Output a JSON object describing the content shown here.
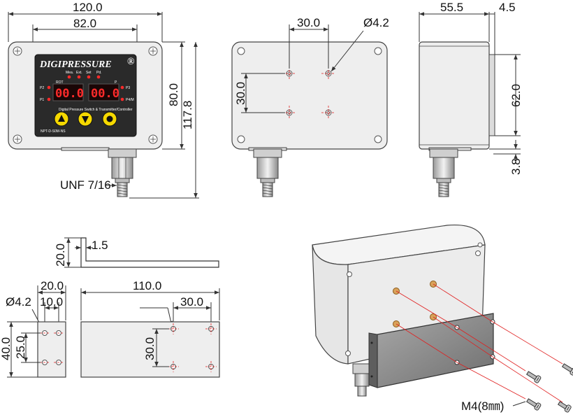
{
  "front_view": {
    "dim_total_width": "120.0",
    "dim_panel_width": "82.0",
    "dim_height_panel": "80.0",
    "dim_height_total": "117.8",
    "thread_label": "UNF 7/16",
    "brand": "DIGIPRESSURE",
    "registered_mark": "®",
    "rot_label": "ROT",
    "p_label": "P",
    "display_left": "00.0",
    "display_right": "00.0",
    "led_labels": [
      "P2",
      "P1",
      "P3",
      "P4/M"
    ],
    "top_led_labels": [
      "Mea.",
      "Ext.",
      "Set",
      "Pd."
    ],
    "subtitle": "Digital Pressure Switch & Transmitter/Controller",
    "model": "NPT-D-S0M-NS"
  },
  "back_view": {
    "dim_hole_spacing_h": "30.0",
    "dim_hole_diameter": "Ø4.2",
    "dim_hole_spacing_v": "30.0"
  },
  "side_view": {
    "dim_depth": "55.5",
    "dim_offset": "4.5",
    "dim_height": "62.0",
    "dim_bottom": "3.8"
  },
  "bracket_side": {
    "dim_height": "20.0",
    "dim_thickness": "1.5"
  },
  "bracket_small": {
    "dim_hole_diameter": "Ø4.2",
    "dim_width": "20.0",
    "dim_hole_spacing_h": "10.0",
    "dim_height": "40.0",
    "dim_hole_spacing_v": "25.0"
  },
  "bracket_large": {
    "dim_length": "110.0",
    "dim_hole_spacing_h": "30.0",
    "dim_hole_spacing_v": "30.0"
  },
  "assembly": {
    "screw_label": "M4(8㎜)"
  },
  "colors": {
    "housing": "#eeeeee",
    "panel": "#2a2a2a",
    "display": "#ff2a2a",
    "button": "#f5d800",
    "guide_line": "#e02020",
    "plate": "#8a8a8a"
  }
}
